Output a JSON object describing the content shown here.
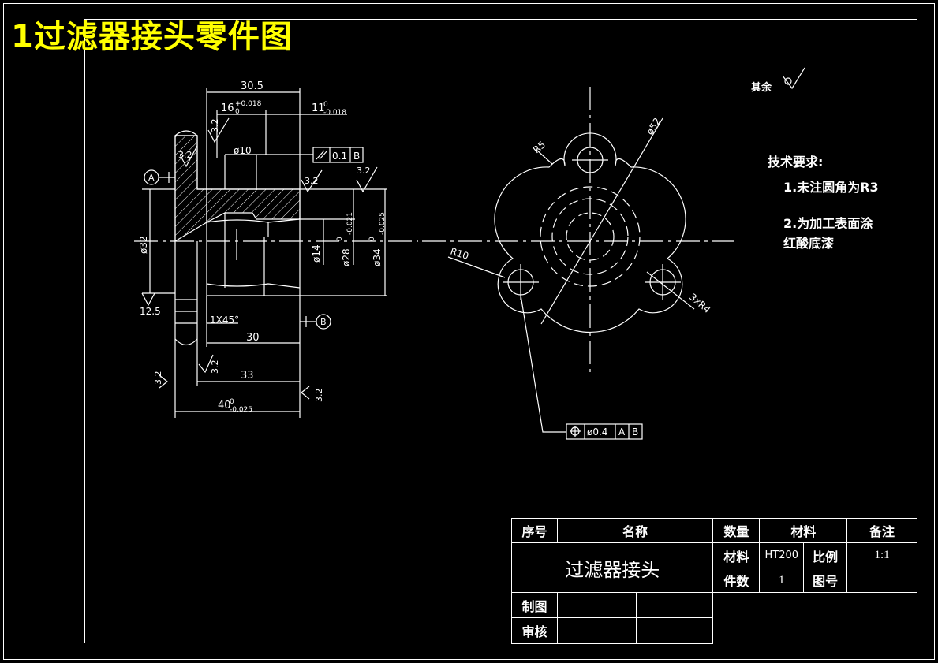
{
  "title": "1过滤器接头零件图",
  "surface_note": {
    "label": "其余"
  },
  "tech_requirements": {
    "heading": "技术要求:",
    "item1": "1.未注圆角为R3",
    "item2_line1": "2.为加工表面涂",
    "item2_line2": "红酸底漆"
  },
  "dimensions": {
    "d30_5": "30.5",
    "d16": "16",
    "d16_tol_upper": "+0.018",
    "d16_tol_lower": "0",
    "d11": "11",
    "d11_tol_upper": "0",
    "d11_tol_lower": "-0.018",
    "phi10": "ø10",
    "parallel_tol": "0.1",
    "datum_b_ref": "B",
    "datum_a": "A",
    "datum_b": "B",
    "rough_3_2": "3.2",
    "rough_12_5": "12.5",
    "phi32": "ø32",
    "phi14": "ø14",
    "phi28": "ø28",
    "phi28_tol_upper": "0",
    "phi28_tol_lower": "-0.021",
    "phi34": "ø34",
    "phi34_tol_upper": "0",
    "phi34_tol_lower": "-0.025",
    "chamfer": "1X45°",
    "d30": "30",
    "d33": "33",
    "d40": "40",
    "d40_tol_upper": "0",
    "d40_tol_lower": "-0.025",
    "r5": "R5",
    "phi52": "ø52",
    "r10": "R10",
    "r4": "3xR4",
    "position_tol": "ø0.4",
    "position_ref_a": "A",
    "position_ref_b": "B"
  },
  "title_block": {
    "col_seq": "序号",
    "col_name": "名称",
    "col_qty": "数量",
    "col_material": "材料",
    "col_remark": "备注",
    "part_name": "过滤器接头",
    "material_label": "材料",
    "material_value": "HT200",
    "scale_label": "比例",
    "scale_value": "1:1",
    "count_label": "件数",
    "count_value": "1",
    "drawing_no_label": "图号",
    "drawn_label": "制图",
    "checked_label": "审核"
  },
  "colors": {
    "title": "#ffff00",
    "lines": "#ffffff",
    "background": "#000000"
  }
}
